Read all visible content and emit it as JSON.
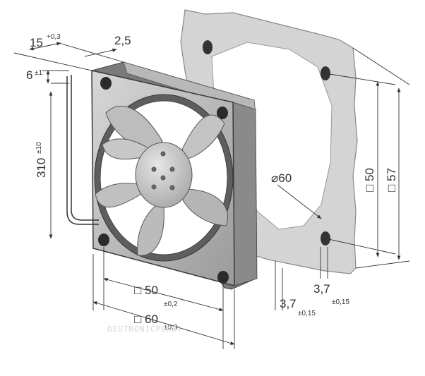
{
  "diagram": {
    "dimensions": {
      "top_depth": {
        "value": "15",
        "tol": "+0,3"
      },
      "rib": {
        "value": "2,5"
      },
      "wire_strip": {
        "value": "6",
        "tol": "±1"
      },
      "cable_len": {
        "value": "310",
        "tol": "±10"
      },
      "hole_d": {
        "value": "⌀60"
      },
      "flange_50": {
        "value": "□ 50"
      },
      "flange_57": {
        "value": "□ 57"
      },
      "hole_off_a": {
        "value": "3,7",
        "tol": "±0,15"
      },
      "hole_off_b": {
        "value": "3,7",
        "tol": "±0,15"
      },
      "spacing_50": {
        "value": "□ 50",
        "tol": "±0,2"
      },
      "frame_60": {
        "value": "□ 60",
        "tol": "±0,3"
      }
    },
    "watermark": "DEUTRONICPLAST"
  }
}
